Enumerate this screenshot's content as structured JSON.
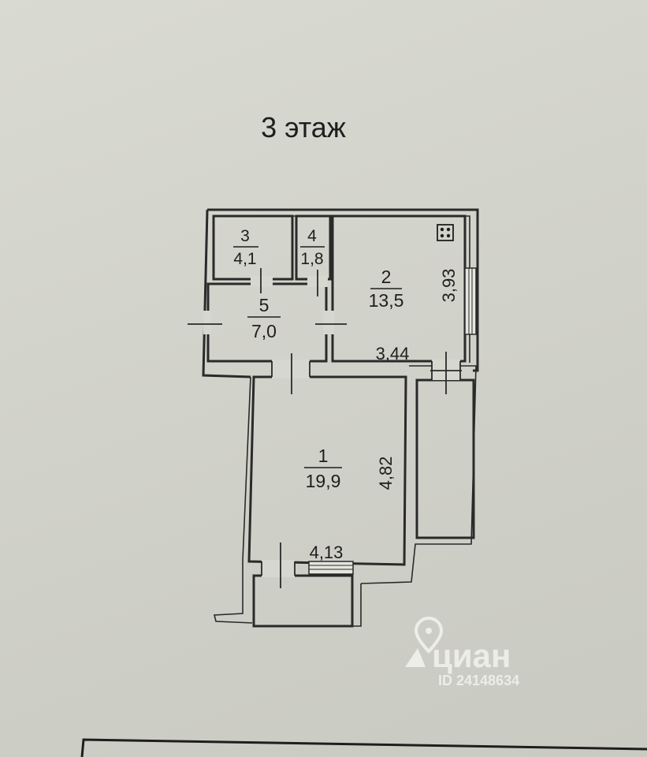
{
  "floor_title": "3 этаж",
  "rooms": [
    {
      "number": "1",
      "area": "19,9"
    },
    {
      "number": "2",
      "area": "13,5"
    },
    {
      "number": "3",
      "area": "4,1"
    },
    {
      "number": "4",
      "area": "1,8"
    },
    {
      "number": "5",
      "area": "7,0"
    }
  ],
  "dimensions": {
    "room2_height": "3,93",
    "room2_width": "3,44",
    "room1_height": "4,82",
    "room1_width": "4,13"
  },
  "watermark": {
    "brand": "циан",
    "id": "ID 24148634"
  },
  "icons": {
    "stove": "stove-icon",
    "watermark_pin": "location-pin-icon"
  }
}
